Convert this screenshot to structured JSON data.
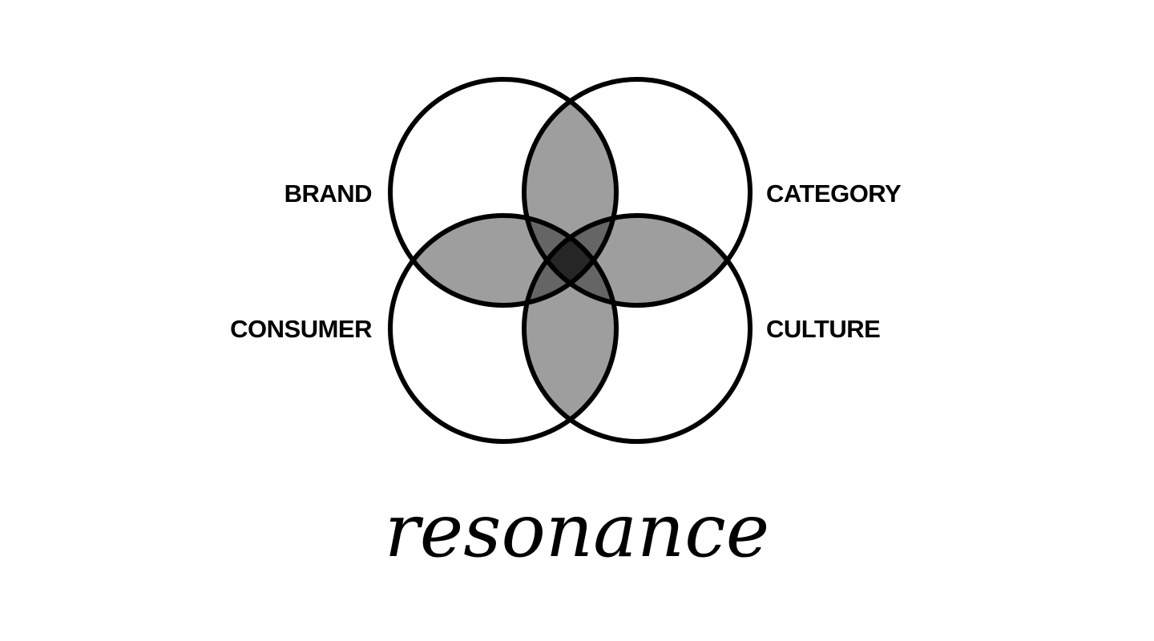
{
  "labels": {
    "brand": "BRAND",
    "category": "CATEGORY",
    "consumer": "CONSUMER",
    "culture": "CULTURE"
  },
  "title": "resonance",
  "colors": {
    "background": "#ffffff",
    "stroke": "#000000",
    "overlap_two": "#9e9e9e",
    "overlap_three": "#656565",
    "overlap_four": "#262626"
  }
}
